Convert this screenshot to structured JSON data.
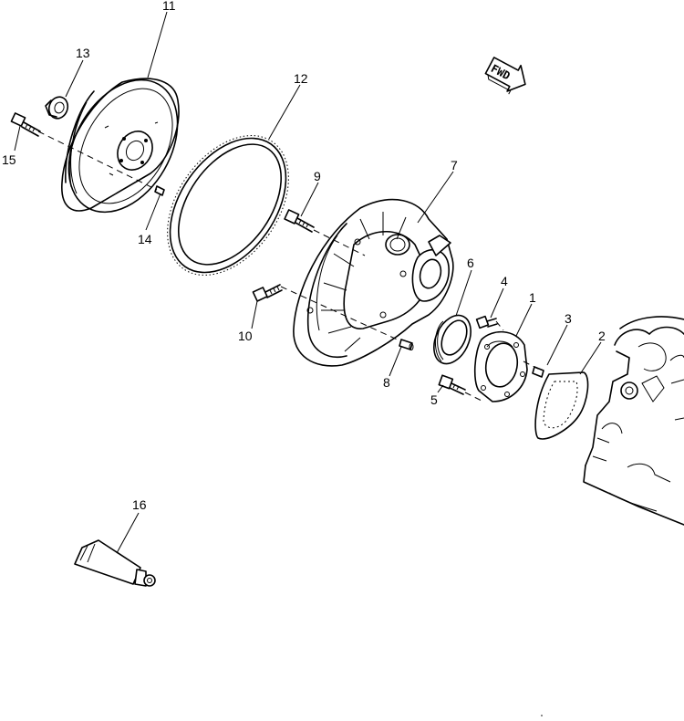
{
  "fwd_label": "FWD",
  "callouts": {
    "p1": "1",
    "p2": "2",
    "p3": "3",
    "p4": "4",
    "p5": "5",
    "p6": "6",
    "p7": "7",
    "p8": "8",
    "p9": "9",
    "p10": "10",
    "p11": "11",
    "p12": "12",
    "p13": "13",
    "p14": "14",
    "p15": "15",
    "p16": "16"
  }
}
